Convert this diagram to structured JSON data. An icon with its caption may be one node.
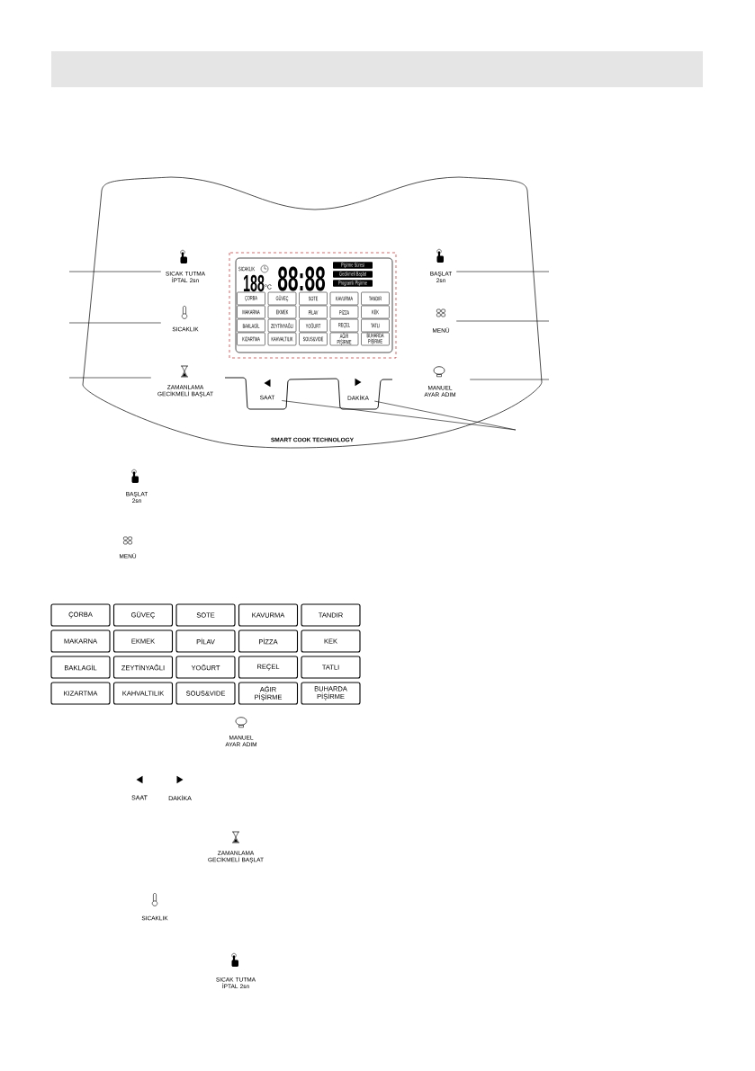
{
  "diagram": {
    "nodes": [
      {
        "text": [
          "SICAK TUTMA İPTAL 2sn"
        ]
      },
      {
        "text": [
          "SICAKLIK"
        ]
      },
      {
        "text": [
          "ZAMANLAMA GECİKMELİ BAŞLAT"
        ]
      },
      {
        "text": [
          "BAŞLAT 2sn"
        ]
      },
      {
        "text": [
          "MENÜ"
        ]
      },
      {
        "text": [
          "MANUEL AYAR ADIM"
        ]
      },
      {
        "text": [
          "SAAT"
        ]
      },
      {
        "text": [
          "DAKİKA"
        ]
      },
      {
        "text": [
          "ÇORBA"
        ]
      },
      {
        "text": [
          "GÜVEÇ"
        ]
      },
      {
        "text": [
          "SOTE"
        ]
      },
      {
        "text": [
          "KAVURMA"
        ]
      },
      {
        "text": [
          "TANDIR"
        ]
      },
      {
        "text": [
          "MAKARNA"
        ]
      },
      {
        "text": [
          "EKMEK"
        ]
      },
      {
        "text": [
          "PİLAV"
        ]
      },
      {
        "text": [
          "PİZZA"
        ]
      },
      {
        "text": [
          "KEK"
        ]
      },
      {
        "text": [
          "BAKLAGİL"
        ]
      },
      {
        "text": [
          "ZEYTİNYAĞLI"
        ]
      },
      {
        "text": [
          "YOĞURT"
        ]
      },
      {
        "text": [
          "REÇEL"
        ]
      },
      {
        "text": [
          "TATLI"
        ]
      },
      {
        "text": [
          "KIZARTMA"
        ]
      },
      {
        "text": [
          "KAHVALTILIK"
        ]
      },
      {
        "text": [
          "SOUS&VIDE"
        ]
      },
      {
        "text": [
          "AĞIR PİŞİRME"
        ]
      },
      {
        "text": [
          "BUHARDA PİŞİRME"
        ]
      },
      {
        "text": [
          "ÇORBA"
        ]
      },
      {
        "text": [
          "GÜVEÇ"
        ]
      },
      {
        "text": [
          "SOTE"
        ]
      },
      {
        "text": [
          "KAVURMA"
        ]
      },
      {
        "text": [
          "TANDIR"
        ]
      },
      {
        "text": [
          "MAKARNA"
        ]
      },
      {
        "text": [
          "EKMEK"
        ]
      },
      {
        "text": [
          "PİLAV"
        ]
      },
      {
        "text": [
          "PİZZA"
        ]
      },
      {
        "text": [
          "KEK"
        ]
      },
      {
        "text": [
          "BAKLAGİL"
        ]
      },
      {
        "text": [
          "ZEYTİNYAĞLI"
        ]
      },
      {
        "text": [
          "YOĞURT"
        ]
      },
      {
        "text": [
          "REÇEL"
        ]
      },
      {
        "text": [
          "TATLI"
        ]
      },
      {
        "text": [
          "KIZARTMA"
        ]
      },
      {
        "text": [
          "KAHVALTILIK"
        ]
      },
      {
        "text": [
          "SOUS&VIDE"
        ]
      },
      {
        "text": [
          "AĞIR PİŞİRME"
        ]
      },
      {
        "text": [
          "BUHARDA PİŞİRME"
        ]
      }
    ],
    "edges": [
      {
        "from": null,
        "to": 0,
        "arrow": "none"
      },
      {
        "from": null,
        "to": 1,
        "arrow": "none"
      },
      {
        "from": null,
        "to": 2,
        "arrow": "none"
      },
      {
        "from": null,
        "to": 3,
        "arrow": "none"
      },
      {
        "from": null,
        "to": 4,
        "arrow": "none"
      },
      {
        "from": null,
        "to": 5,
        "arrow": "none"
      },
      {
        "from": null,
        "to": 6,
        "arrow": "none"
      },
      {
        "from": null,
        "to": 7,
        "arrow": "none"
      }
    ],
    "labels": [
      "SICAKLIK",
      "188",
      "°C",
      "88:88",
      "Pişirme Süresi",
      "Gecikmeli Başlat",
      "Programlı Pişirme",
      "SMART COOK TECHNOLOGY",
      "BAŞLAT 2sn",
      "MENÜ",
      "MANUEL AYAR ADIM",
      "SAAT",
      "DAKİKA",
      "ZAMANLAMA GECİKMELİ BAŞLAT",
      "SICAKLIK",
      "SICAK TUTMA İPTAL 2sn"
    ]
  }
}
